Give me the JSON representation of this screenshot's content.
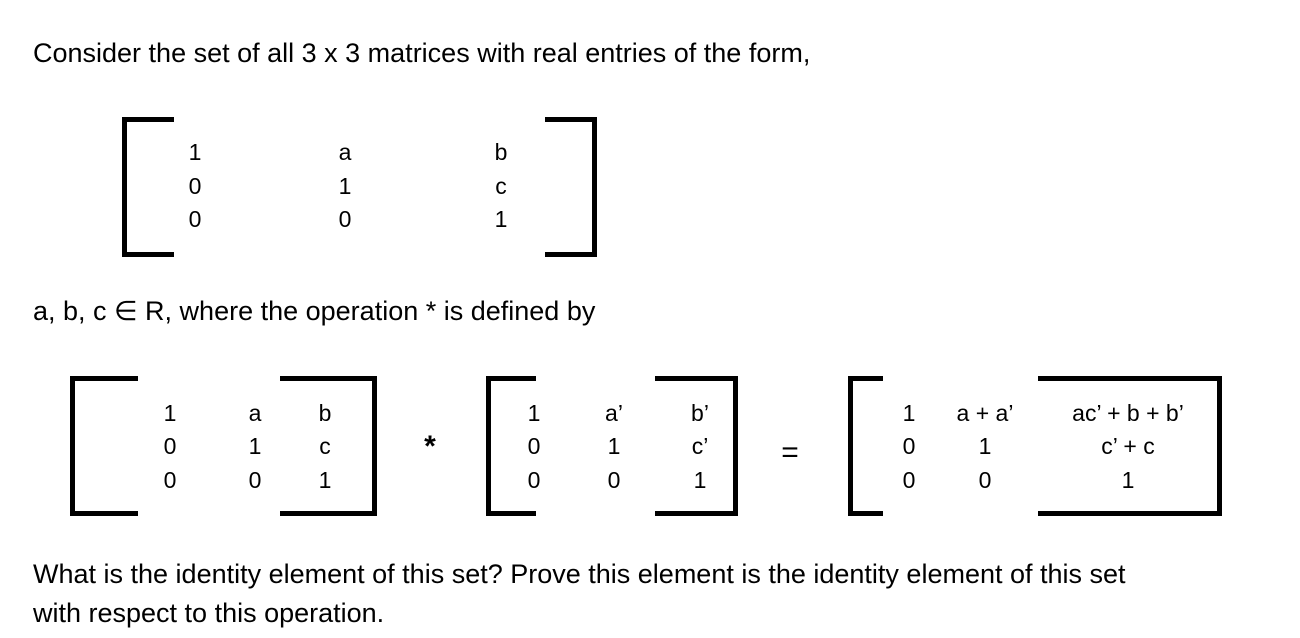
{
  "intro": "Consider the set of all 3 x 3 matrices with real entries of the form,",
  "condition": "a, b, c ∈ R, where the operation * is defined by",
  "question_line1": "What is the identity element of this set? Prove this element is the identity element of this set",
  "question_line2": "with respect to this operation.",
  "general_matrix": {
    "rows": [
      [
        "1",
        "a",
        "b"
      ],
      [
        "0",
        "1",
        "c"
      ],
      [
        "0",
        "0",
        "1"
      ]
    ]
  },
  "left_matrix": {
    "rows": [
      [
        "1",
        "a",
        "b"
      ],
      [
        "0",
        "1",
        "c"
      ],
      [
        "0",
        "0",
        "1"
      ]
    ]
  },
  "right_matrix": {
    "rows": [
      [
        "1",
        "a’",
        "b’"
      ],
      [
        "0",
        "1",
        "c’"
      ],
      [
        "0",
        "0",
        "1"
      ]
    ]
  },
  "result_matrix": {
    "rows": [
      [
        "1",
        "a + a’",
        "ac’ + b + b’"
      ],
      [
        "0",
        "1",
        "c’ + c"
      ],
      [
        "0",
        "0",
        "1"
      ]
    ]
  },
  "operator": "*",
  "equals": "="
}
